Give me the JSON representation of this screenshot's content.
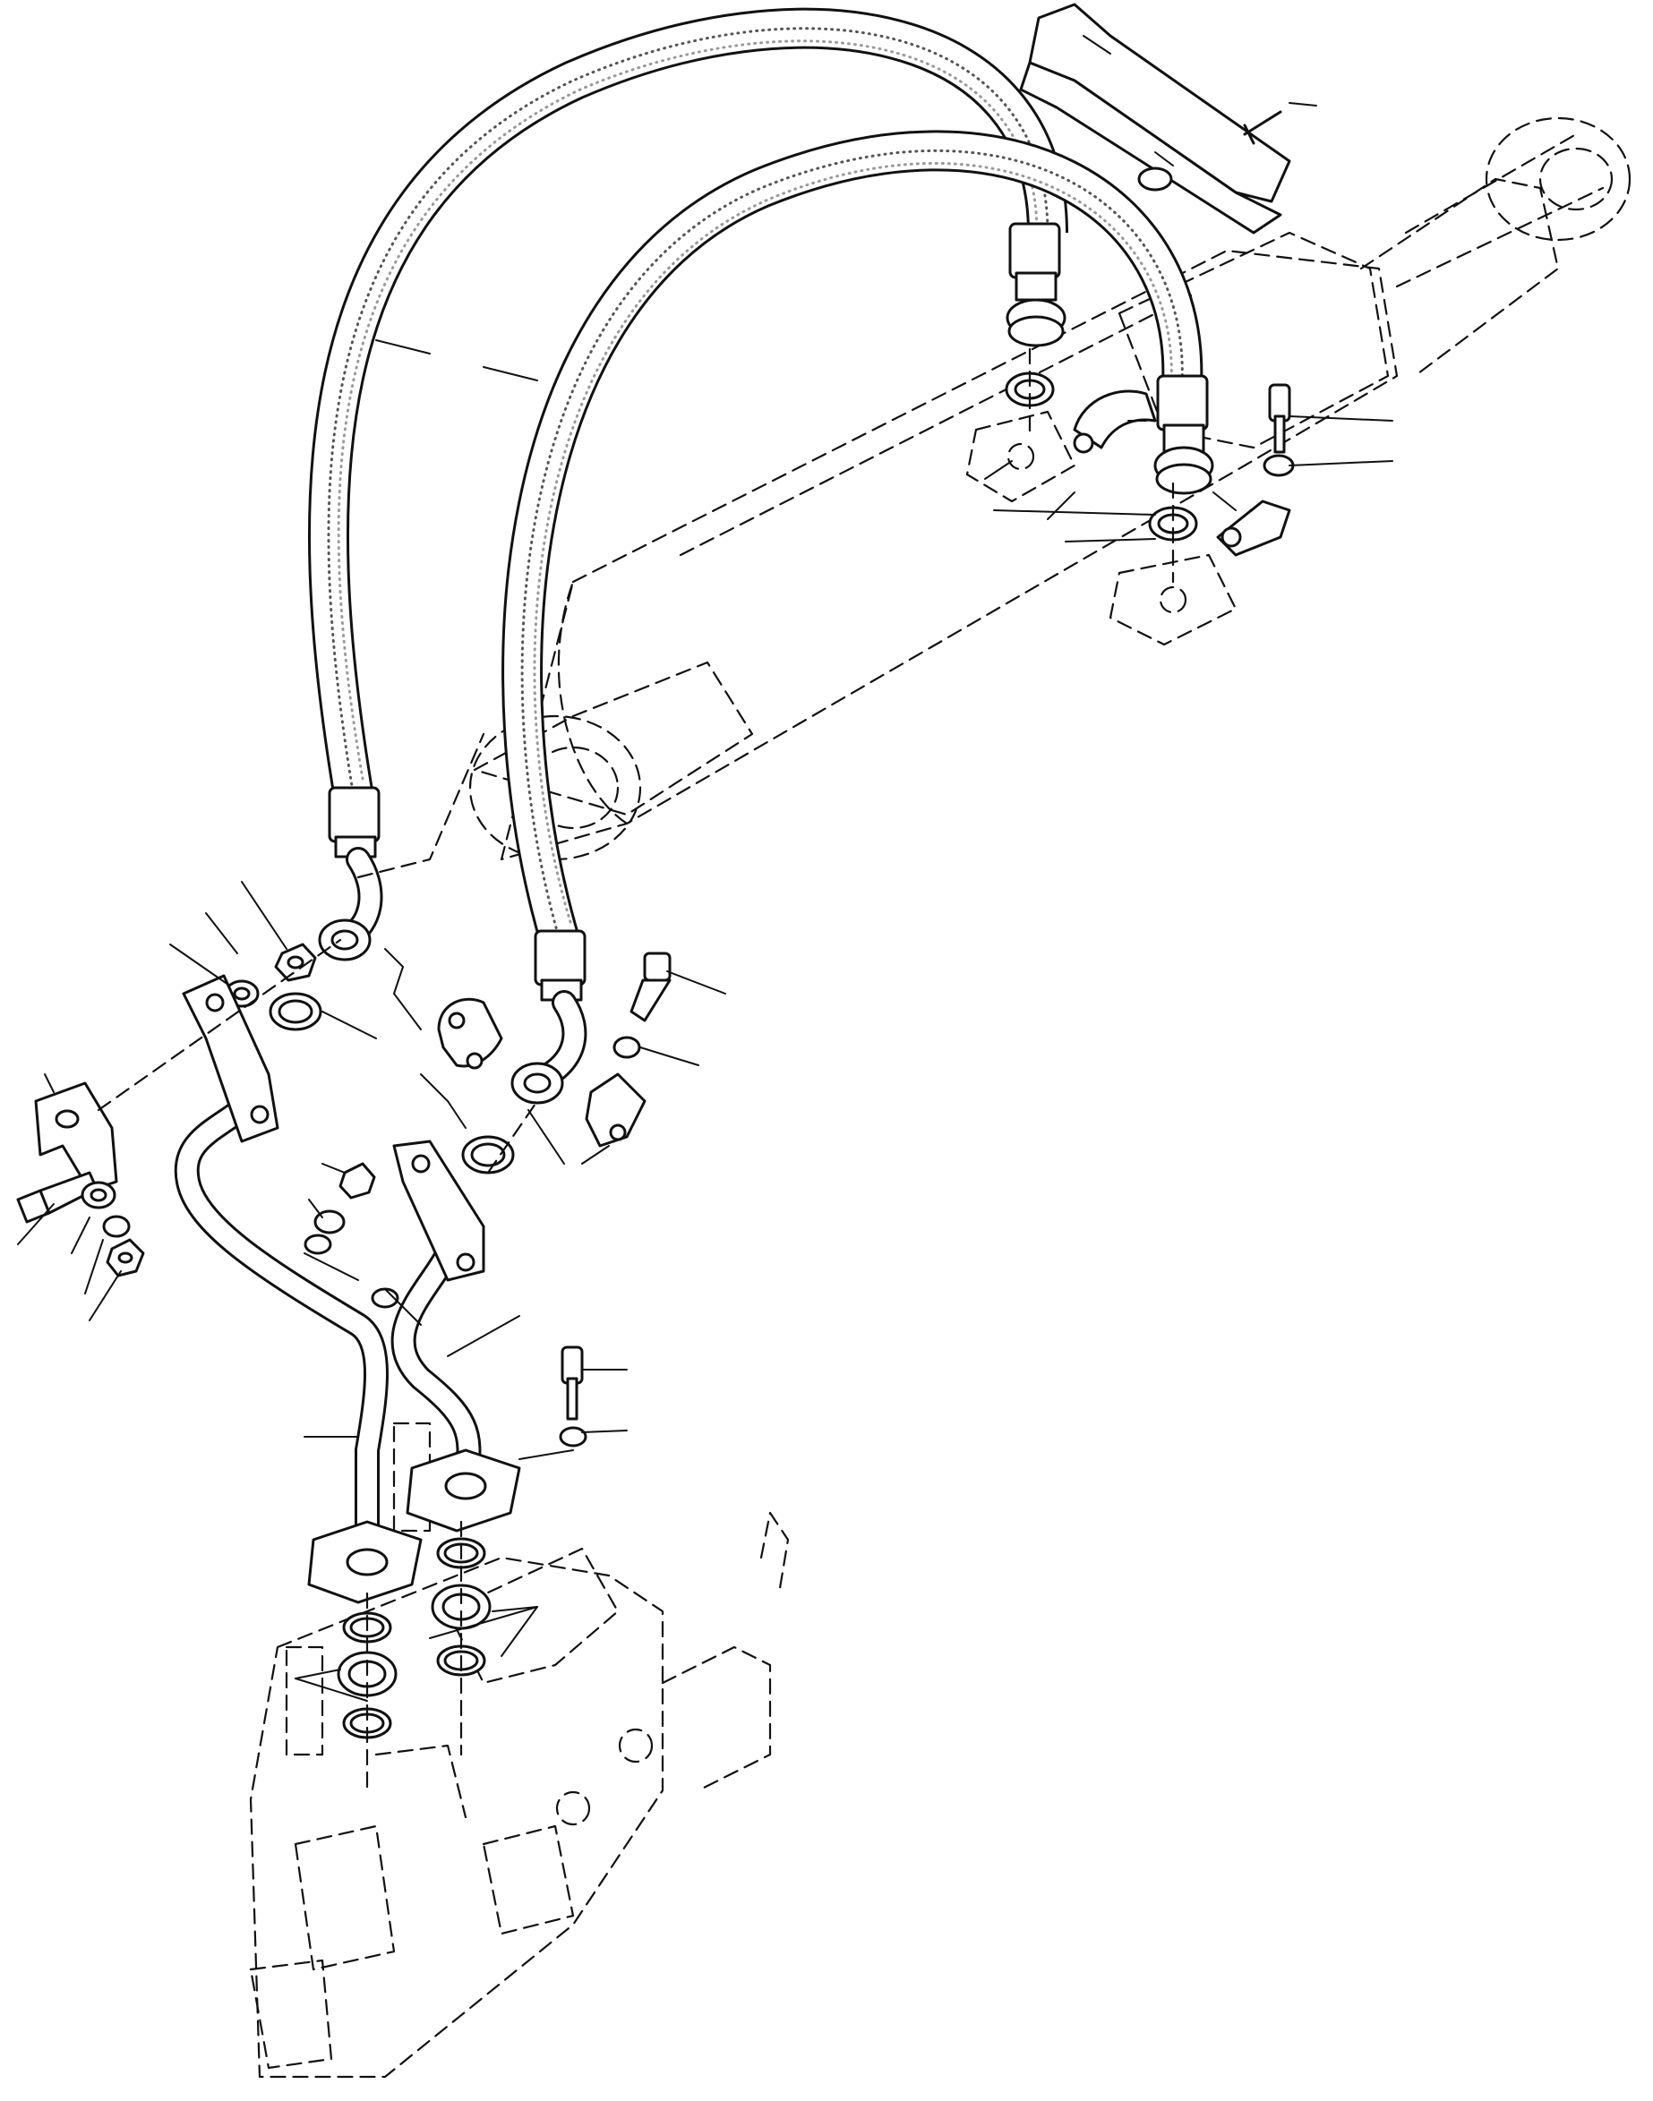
{
  "diagram": {
    "kind": "exploded-parts-view",
    "components": [
      "hydraulic-cylinder",
      "control-valve",
      "hose-upper",
      "hose-lower",
      "steel-tube-left",
      "steel-tube-right",
      "hose-support-bracket",
      "split-flange-clamps",
      "o-rings",
      "adapter-fittings",
      "bolts",
      "washers",
      "nuts",
      "mounting-bracket"
    ],
    "callout_labels": []
  }
}
